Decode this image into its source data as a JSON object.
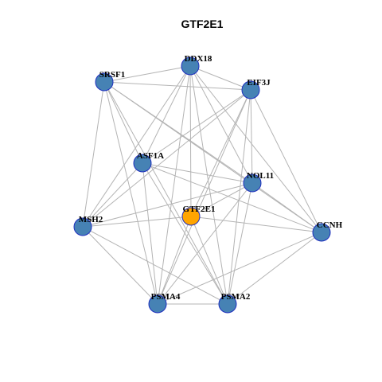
{
  "title": "GTF2E1",
  "colors": {
    "node_fill": "#4682b4",
    "focus_fill": "#ffa500",
    "node_stroke": "#1f2fbf",
    "edge": "#b4b4b4"
  },
  "nodes": [
    {
      "id": "DDX18",
      "label": "DDX18",
      "focus": false
    },
    {
      "id": "SRSF1",
      "label": "SRSF1",
      "focus": false
    },
    {
      "id": "EIF3J",
      "label": "EIF3J",
      "focus": false
    },
    {
      "id": "ASF1A",
      "label": "ASF1A",
      "focus": false
    },
    {
      "id": "NOL11",
      "label": "NOL11",
      "focus": false
    },
    {
      "id": "GTF2E1",
      "label": "GTF2E1",
      "focus": true
    },
    {
      "id": "MSH2",
      "label": "MSH2",
      "focus": false
    },
    {
      "id": "CCNH",
      "label": "CCNH",
      "focus": false
    },
    {
      "id": "PSMA4",
      "label": "PSMA4",
      "focus": false
    },
    {
      "id": "PSMA2",
      "label": "PSMA2",
      "focus": false
    }
  ],
  "edges": [
    [
      "DDX18",
      "SRSF1"
    ],
    [
      "DDX18",
      "EIF3J"
    ],
    [
      "DDX18",
      "ASF1A"
    ],
    [
      "DDX18",
      "NOL11"
    ],
    [
      "DDX18",
      "GTF2E1"
    ],
    [
      "DDX18",
      "MSH2"
    ],
    [
      "DDX18",
      "CCNH"
    ],
    [
      "DDX18",
      "PSMA4"
    ],
    [
      "DDX18",
      "PSMA2"
    ],
    [
      "SRSF1",
      "EIF3J"
    ],
    [
      "SRSF1",
      "ASF1A"
    ],
    [
      "SRSF1",
      "NOL11"
    ],
    [
      "SRSF1",
      "MSH2"
    ],
    [
      "SRSF1",
      "CCNH"
    ],
    [
      "SRSF1",
      "PSMA4"
    ],
    [
      "SRSF1",
      "PSMA2"
    ],
    [
      "EIF3J",
      "ASF1A"
    ],
    [
      "EIF3J",
      "NOL11"
    ],
    [
      "EIF3J",
      "GTF2E1"
    ],
    [
      "EIF3J",
      "MSH2"
    ],
    [
      "EIF3J",
      "CCNH"
    ],
    [
      "EIF3J",
      "PSMA4"
    ],
    [
      "EIF3J",
      "PSMA2"
    ],
    [
      "ASF1A",
      "NOL11"
    ],
    [
      "ASF1A",
      "MSH2"
    ],
    [
      "ASF1A",
      "CCNH"
    ],
    [
      "ASF1A",
      "PSMA4"
    ],
    [
      "ASF1A",
      "PSMA2"
    ],
    [
      "NOL11",
      "GTF2E1"
    ],
    [
      "NOL11",
      "MSH2"
    ],
    [
      "NOL11",
      "CCNH"
    ],
    [
      "NOL11",
      "PSMA4"
    ],
    [
      "NOL11",
      "PSMA2"
    ],
    [
      "GTF2E1",
      "MSH2"
    ],
    [
      "GTF2E1",
      "CCNH"
    ],
    [
      "GTF2E1",
      "PSMA4"
    ],
    [
      "GTF2E1",
      "PSMA2"
    ],
    [
      "MSH2",
      "PSMA4"
    ],
    [
      "MSH2",
      "PSMA2"
    ],
    [
      "CCNH",
      "PSMA4"
    ],
    [
      "CCNH",
      "PSMA2"
    ],
    [
      "PSMA4",
      "PSMA2"
    ]
  ]
}
